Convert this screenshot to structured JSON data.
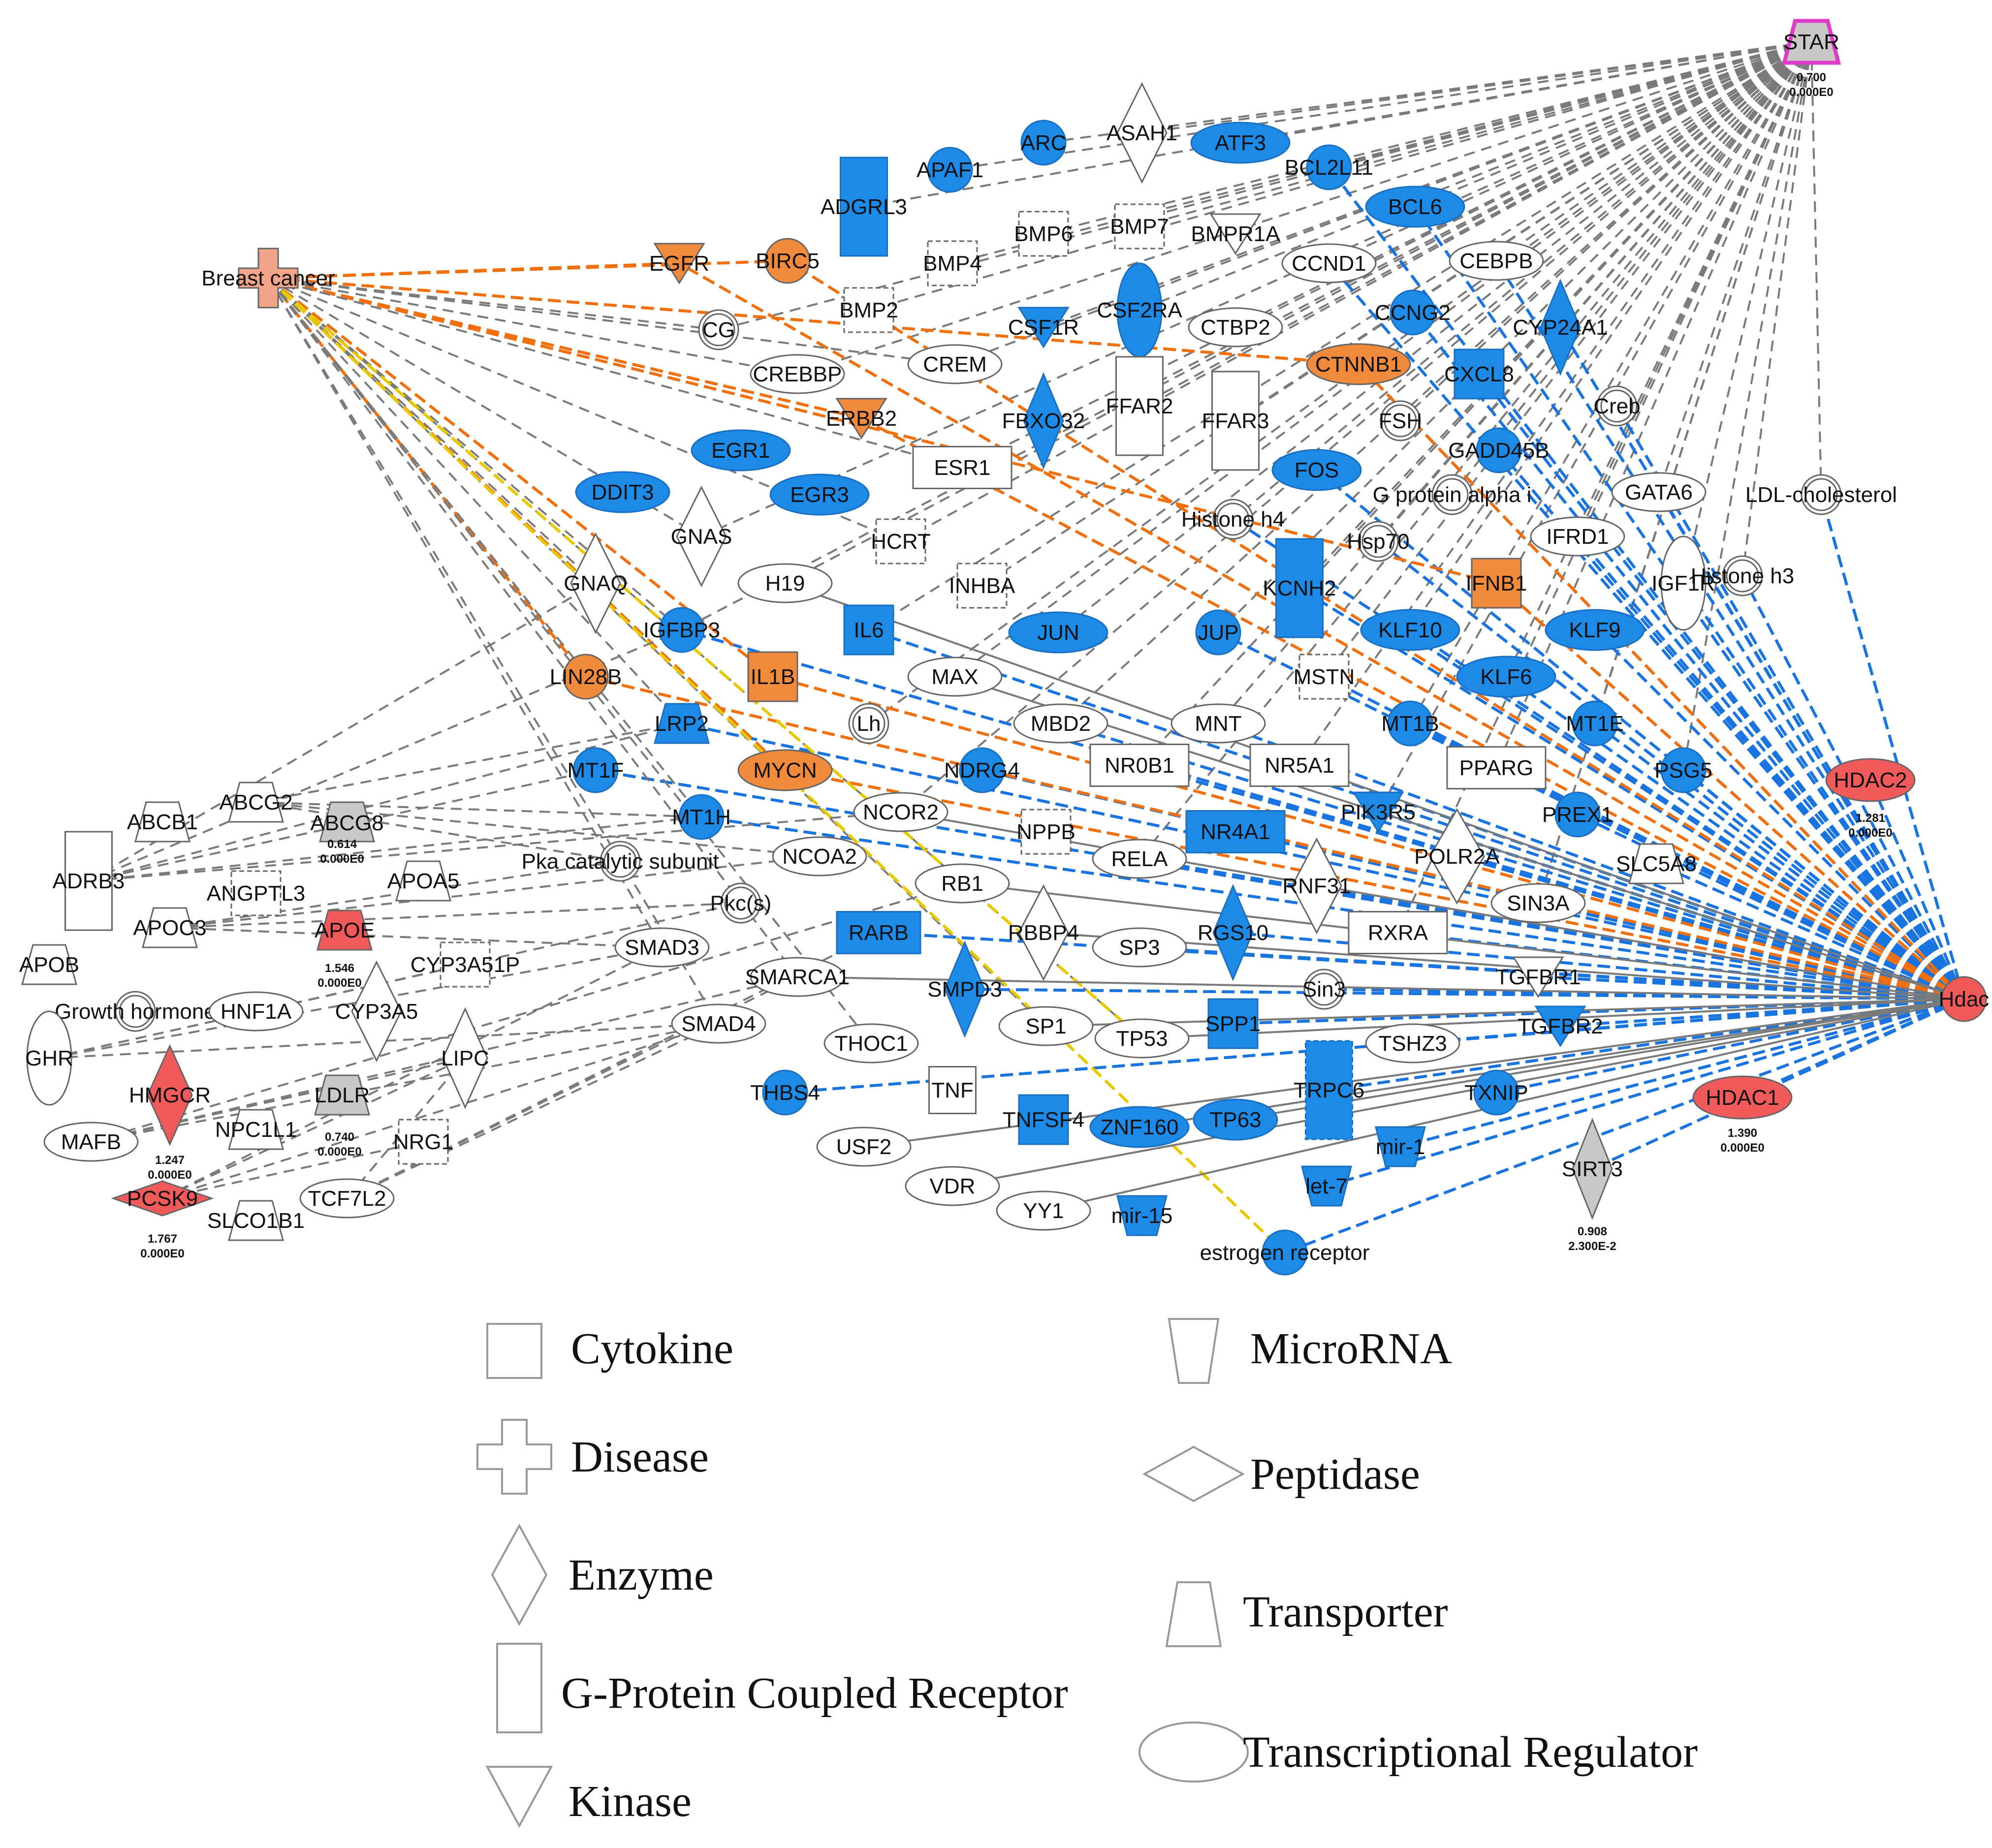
{
  "colors": {
    "blue": "#1e8ae8",
    "orange": "#f08a3c",
    "red": "#f15a5a",
    "salmon": "#f3a58a",
    "gray": "#c8c8c8",
    "white": "#ffffff",
    "magenta": "#e03ac8",
    "edge_gray": "#7a7a7a",
    "edge_blue": "#1a74e0",
    "edge_orange": "#f07010",
    "edge_yellow": "#e8c800"
  },
  "nodes": [
    {
      "id": "STAR",
      "label": "STAR",
      "shape": "trapezoid",
      "fill": "gray",
      "stroke": "magenta",
      "vals": [
        "0.700",
        "0.000E0"
      ]
    },
    {
      "id": "HDAC2",
      "label": "HDAC2",
      "shape": "ellipse",
      "fill": "red",
      "vals": [
        "1.281",
        "0.000E0"
      ]
    },
    {
      "id": "HDAC1",
      "label": "HDAC1",
      "shape": "ellipse",
      "fill": "red",
      "vals": [
        "1.390",
        "0.000E0"
      ]
    },
    {
      "id": "Hdac",
      "label": "Hdac",
      "shape": "circle",
      "fill": "red"
    },
    {
      "id": "Breast cancer",
      "label": "Breast cancer",
      "shape": "cross",
      "fill": "salmon"
    },
    {
      "id": "ASAH1",
      "label": "ASAH1",
      "shape": "diamond",
      "fill": "white"
    },
    {
      "id": "ATF3",
      "label": "ATF3",
      "shape": "ellipse",
      "fill": "blue"
    },
    {
      "id": "APAF1",
      "label": "APAF1",
      "shape": "circle",
      "fill": "blue"
    },
    {
      "id": "ARC",
      "label": "ARC",
      "shape": "circle",
      "fill": "blue"
    },
    {
      "id": "BCL2L11",
      "label": "BCL2L11",
      "shape": "circle",
      "fill": "blue"
    },
    {
      "id": "ADGRL3",
      "label": "ADGRL3",
      "shape": "rect",
      "fill": "blue"
    },
    {
      "id": "BCL6",
      "label": "BCL6",
      "shape": "ellipse",
      "fill": "blue"
    },
    {
      "id": "BMP6",
      "label": "BMP6",
      "shape": "drect",
      "fill": "white"
    },
    {
      "id": "BMP7",
      "label": "BMP7",
      "shape": "drect",
      "fill": "white"
    },
    {
      "id": "BMPR1A",
      "label": "BMPR1A",
      "shape": "vtri",
      "fill": "white"
    },
    {
      "id": "EGFR",
      "label": "EGFR",
      "shape": "vtri",
      "fill": "orange"
    },
    {
      "id": "BIRC5",
      "label": "BIRC5",
      "shape": "circle",
      "fill": "orange"
    },
    {
      "id": "BMP4",
      "label": "BMP4",
      "shape": "drect",
      "fill": "white"
    },
    {
      "id": "CCND1",
      "label": "CCND1",
      "shape": "ellipse",
      "fill": "white"
    },
    {
      "id": "CEBPB",
      "label": "CEBPB",
      "shape": "ellipse",
      "fill": "white"
    },
    {
      "id": "CSF2RA",
      "label": "CSF2RA",
      "shape": "ellipse",
      "fill": "blue"
    },
    {
      "id": "BMP2",
      "label": "BMP2",
      "shape": "drect",
      "fill": "white"
    },
    {
      "id": "CCNG2",
      "label": "CCNG2",
      "shape": "circle",
      "fill": "blue"
    },
    {
      "id": "CYP24A1",
      "label": "CYP24A1",
      "shape": "diamond",
      "fill": "blue"
    },
    {
      "id": "CG",
      "label": "CG",
      "shape": "dcircle",
      "fill": "white"
    },
    {
      "id": "CSF1R",
      "label": "CSF1R",
      "shape": "vtri",
      "fill": "blue"
    },
    {
      "id": "CTBP2",
      "label": "CTBP2",
      "shape": "ellipse",
      "fill": "white"
    },
    {
      "id": "CREM",
      "label": "CREM",
      "shape": "ellipse",
      "fill": "white"
    },
    {
      "id": "CTNNB1",
      "label": "CTNNB1",
      "shape": "ellipse",
      "fill": "orange"
    },
    {
      "id": "CREBBP",
      "label": "CREBBP",
      "shape": "ellipse",
      "fill": "white"
    },
    {
      "id": "CXCL8",
      "label": "CXCL8",
      "shape": "square",
      "fill": "blue"
    },
    {
      "id": "FFAR2",
      "label": "FFAR2",
      "shape": "rect",
      "fill": "white"
    },
    {
      "id": "FFAR3",
      "label": "FFAR3",
      "shape": "rect",
      "fill": "white"
    },
    {
      "id": "Creb",
      "label": "Creb",
      "shape": "dcircle",
      "fill": "white"
    },
    {
      "id": "ERBB2",
      "label": "ERBB2",
      "shape": "vtri",
      "fill": "orange"
    },
    {
      "id": "FBXO32",
      "label": "FBXO32",
      "shape": "diamond",
      "fill": "blue"
    },
    {
      "id": "FSH",
      "label": "FSH",
      "shape": "dcircle",
      "fill": "white"
    },
    {
      "id": "EGR1",
      "label": "EGR1",
      "shape": "ellipse",
      "fill": "blue"
    },
    {
      "id": "GADD45B",
      "label": "GADD45B",
      "shape": "circle",
      "fill": "blue"
    },
    {
      "id": "ESR1",
      "label": "ESR1",
      "shape": "rect",
      "fill": "white"
    },
    {
      "id": "FOS",
      "label": "FOS",
      "shape": "ellipse",
      "fill": "blue"
    },
    {
      "id": "DDIT3",
      "label": "DDIT3",
      "shape": "ellipse",
      "fill": "blue"
    },
    {
      "id": "EGR3",
      "label": "EGR3",
      "shape": "ellipse",
      "fill": "blue"
    },
    {
      "id": "G protein alpha i",
      "label": "G protein alpha i",
      "shape": "dcircle",
      "fill": "white"
    },
    {
      "id": "GATA6",
      "label": "GATA6",
      "shape": "ellipse",
      "fill": "white"
    },
    {
      "id": "LDL-cholesterol",
      "label": "LDL-cholesterol",
      "shape": "dcircle",
      "fill": "white"
    },
    {
      "id": "GNAS",
      "label": "GNAS",
      "shape": "diamond",
      "fill": "white"
    },
    {
      "id": "Histone h4",
      "label": "Histone h4",
      "shape": "dcircle",
      "fill": "white"
    },
    {
      "id": "IFRD1",
      "label": "IFRD1",
      "shape": "ellipse",
      "fill": "white"
    },
    {
      "id": "HCRT",
      "label": "HCRT",
      "shape": "drect",
      "fill": "white"
    },
    {
      "id": "Hsp70",
      "label": "Hsp70",
      "shape": "dcircle",
      "fill": "white"
    },
    {
      "id": "GNAQ",
      "label": "GNAQ",
      "shape": "diamond",
      "fill": "white"
    },
    {
      "id": "H19",
      "label": "H19",
      "shape": "ellipse",
      "fill": "white"
    },
    {
      "id": "INHBA",
      "label": "INHBA",
      "shape": "drect",
      "fill": "white"
    },
    {
      "id": "KCNH2",
      "label": "KCNH2",
      "shape": "rect",
      "fill": "blue"
    },
    {
      "id": "IFNB1",
      "label": "IFNB1",
      "shape": "square",
      "fill": "orange"
    },
    {
      "id": "IGF1R",
      "label": "IGF1R",
      "shape": "ellipse",
      "fill": "white"
    },
    {
      "id": "Histone h3",
      "label": "Histone h3",
      "shape": "dcircle",
      "fill": "white"
    },
    {
      "id": "IL6",
      "label": "IL6",
      "shape": "square",
      "fill": "blue"
    },
    {
      "id": "IGFBP3",
      "label": "IGFBP3",
      "shape": "circle",
      "fill": "blue"
    },
    {
      "id": "JUN",
      "label": "JUN",
      "shape": "ellipse",
      "fill": "blue"
    },
    {
      "id": "JUP",
      "label": "JUP",
      "shape": "circle",
      "fill": "blue"
    },
    {
      "id": "KLF10",
      "label": "KLF10",
      "shape": "ellipse",
      "fill": "blue"
    },
    {
      "id": "KLF9",
      "label": "KLF9",
      "shape": "ellipse",
      "fill": "blue"
    },
    {
      "id": "LIN28B",
      "label": "LIN28B",
      "shape": "circle",
      "fill": "orange"
    },
    {
      "id": "IL1B",
      "label": "IL1B",
      "shape": "square",
      "fill": "orange"
    },
    {
      "id": "MAX",
      "label": "MAX",
      "shape": "ellipse",
      "fill": "white"
    },
    {
      "id": "MSTN",
      "label": "MSTN",
      "shape": "drect",
      "fill": "white"
    },
    {
      "id": "KLF6",
      "label": "KLF6",
      "shape": "ellipse",
      "fill": "blue"
    },
    {
      "id": "LRP2",
      "label": "LRP2",
      "shape": "trapezoid",
      "fill": "blue"
    },
    {
      "id": "Lh",
      "label": "Lh",
      "shape": "dcircle",
      "fill": "white"
    },
    {
      "id": "MBD2",
      "label": "MBD2",
      "shape": "ellipse",
      "fill": "white"
    },
    {
      "id": "MNT",
      "label": "MNT",
      "shape": "ellipse",
      "fill": "white"
    },
    {
      "id": "MT1B",
      "label": "MT1B",
      "shape": "circle",
      "fill": "blue"
    },
    {
      "id": "MT1E",
      "label": "MT1E",
      "shape": "circle",
      "fill": "blue"
    },
    {
      "id": "MT1F",
      "label": "MT1F",
      "shape": "circle",
      "fill": "blue"
    },
    {
      "id": "MYCN",
      "label": "MYCN",
      "shape": "ellipse",
      "fill": "orange"
    },
    {
      "id": "NDRG4",
      "label": "NDRG4",
      "shape": "circle",
      "fill": "blue"
    },
    {
      "id": "NR0B1",
      "label": "NR0B1",
      "shape": "rect",
      "fill": "white"
    },
    {
      "id": "NR5A1",
      "label": "NR5A1",
      "shape": "rect",
      "fill": "white"
    },
    {
      "id": "PPARG",
      "label": "PPARG",
      "shape": "rect",
      "fill": "white"
    },
    {
      "id": "PSG5",
      "label": "PSG5",
      "shape": "circle",
      "fill": "blue"
    },
    {
      "id": "ABCG2",
      "label": "ABCG2",
      "shape": "trapezoid",
      "fill": "white"
    },
    {
      "id": "ABCB1",
      "label": "ABCB1",
      "shape": "trapezoid",
      "fill": "white"
    },
    {
      "id": "ABCG8",
      "label": "ABCG8",
      "shape": "trapezoid",
      "fill": "gray",
      "vals": [
        "0.614",
        "0.000E0"
      ]
    },
    {
      "id": "MT1H",
      "label": "MT1H",
      "shape": "circle",
      "fill": "blue"
    },
    {
      "id": "NCOR2",
      "label": "NCOR2",
      "shape": "ellipse",
      "fill": "white"
    },
    {
      "id": "PIK3R5",
      "label": "PIK3R5",
      "shape": "vtri",
      "fill": "blue"
    },
    {
      "id": "PREX1",
      "label": "PREX1",
      "shape": "circle",
      "fill": "blue"
    },
    {
      "id": "ADRB3",
      "label": "ADRB3",
      "shape": "rect",
      "fill": "white"
    },
    {
      "id": "ANGPTL3",
      "label": "ANGPTL3",
      "shape": "drect",
      "fill": "white"
    },
    {
      "id": "APOA5",
      "label": "APOA5",
      "shape": "trapezoid",
      "fill": "white"
    },
    {
      "id": "Pka catalytic subunit",
      "label": "Pka catalytic subunit",
      "shape": "dcircle",
      "fill": "white"
    },
    {
      "id": "NCOA2",
      "label": "NCOA2",
      "shape": "ellipse",
      "fill": "white"
    },
    {
      "id": "NPPB",
      "label": "NPPB",
      "shape": "drect",
      "fill": "white"
    },
    {
      "id": "NR4A1",
      "label": "NR4A1",
      "shape": "rect",
      "fill": "blue"
    },
    {
      "id": "RELA",
      "label": "RELA",
      "shape": "ellipse",
      "fill": "white"
    },
    {
      "id": "POLR2A",
      "label": "POLR2A",
      "shape": "diamond",
      "fill": "white"
    },
    {
      "id": "SLC5A8",
      "label": "SLC5A8",
      "shape": "trapezoid",
      "fill": "white"
    },
    {
      "id": "APOC3",
      "label": "APOC3",
      "shape": "trapezoid",
      "fill": "white"
    },
    {
      "id": "APOE",
      "label": "APOE",
      "shape": "trapezoid",
      "fill": "red",
      "vals": [
        "1.546",
        "0.000E0"
      ]
    },
    {
      "id": "APOB",
      "label": "APOB",
      "shape": "trapezoid",
      "fill": "white"
    },
    {
      "id": "RB1",
      "label": "RB1",
      "shape": "ellipse",
      "fill": "white"
    },
    {
      "id": "Pkc(s)",
      "label": "Pkc(s)",
      "shape": "dcircle",
      "fill": "white"
    },
    {
      "id": "RNF31",
      "label": "RNF31",
      "shape": "diamond",
      "fill": "white"
    },
    {
      "id": "SIN3A",
      "label": "SIN3A",
      "shape": "ellipse",
      "fill": "white"
    },
    {
      "id": "RBBP4",
      "label": "RBBP4",
      "shape": "diamond",
      "fill": "white"
    },
    {
      "id": "RARB",
      "label": "RARB",
      "shape": "rect",
      "fill": "blue"
    },
    {
      "id": "SMAD3",
      "label": "SMAD3",
      "shape": "ellipse",
      "fill": "white"
    },
    {
      "id": "CYP3A51P",
      "label": "CYP3A51P",
      "shape": "drect",
      "fill": "white"
    },
    {
      "id": "SP3",
      "label": "SP3",
      "shape": "ellipse",
      "fill": "white"
    },
    {
      "id": "RGS10",
      "label": "RGS10",
      "shape": "diamond",
      "fill": "blue"
    },
    {
      "id": "RXRA",
      "label": "RXRA",
      "shape": "rect",
      "fill": "white"
    },
    {
      "id": "Growth hormone",
      "label": "Growth hormone",
      "shape": "dcircle",
      "fill": "white"
    },
    {
      "id": "HNF1A",
      "label": "HNF1A",
      "shape": "ellipse",
      "fill": "white"
    },
    {
      "id": "CYP3A5",
      "label": "CYP3A5",
      "shape": "diamond",
      "fill": "white"
    },
    {
      "id": "SMARCA1",
      "label": "SMARCA1",
      "shape": "ellipse",
      "fill": "white"
    },
    {
      "id": "SMPD3",
      "label": "SMPD3",
      "shape": "diamond",
      "fill": "blue"
    },
    {
      "id": "Sin3",
      "label": "Sin3",
      "shape": "dcircle",
      "fill": "white"
    },
    {
      "id": "TGFBR1",
      "label": "TGFBR1",
      "shape": "vtri",
      "fill": "white"
    },
    {
      "id": "GHR",
      "label": "GHR",
      "shape": "ellipse",
      "fill": "white"
    },
    {
      "id": "LIPC",
      "label": "LIPC",
      "shape": "diamond",
      "fill": "white"
    },
    {
      "id": "SMAD4",
      "label": "SMAD4",
      "shape": "ellipse",
      "fill": "white"
    },
    {
      "id": "SP1",
      "label": "SP1",
      "shape": "ellipse",
      "fill": "white"
    },
    {
      "id": "TP53",
      "label": "TP53",
      "shape": "ellipse",
      "fill": "white"
    },
    {
      "id": "SPP1",
      "label": "SPP1",
      "shape": "square",
      "fill": "blue"
    },
    {
      "id": "TGFBR2",
      "label": "TGFBR2",
      "shape": "vtri",
      "fill": "blue"
    },
    {
      "id": "THOC1",
      "label": "THOC1",
      "shape": "ellipse",
      "fill": "white"
    },
    {
      "id": "TSHZ3",
      "label": "TSHZ3",
      "shape": "ellipse",
      "fill": "white"
    },
    {
      "id": "HMGCR",
      "label": "HMGCR",
      "shape": "diamond",
      "fill": "red",
      "vals": [
        "1.247",
        "0.000E0"
      ]
    },
    {
      "id": "THBS4",
      "label": "THBS4",
      "shape": "circle",
      "fill": "blue"
    },
    {
      "id": "TNF",
      "label": "TNF",
      "shape": "rect",
      "fill": "white"
    },
    {
      "id": "TRPC6",
      "label": "TRPC6",
      "shape": "drect",
      "fill": "blue"
    },
    {
      "id": "TXNIP",
      "label": "TXNIP",
      "shape": "circle",
      "fill": "blue"
    },
    {
      "id": "LDLR",
      "label": "LDLR",
      "shape": "trapezoid",
      "fill": "gray",
      "vals": [
        "0.740",
        "0.000E0"
      ]
    },
    {
      "id": "NPC1L1",
      "label": "NPC1L1",
      "shape": "trapezoid",
      "fill": "white"
    },
    {
      "id": "TNFSF4",
      "label": "TNFSF4",
      "shape": "square",
      "fill": "blue"
    },
    {
      "id": "ZNF160",
      "label": "ZNF160",
      "shape": "ellipse",
      "fill": "blue"
    },
    {
      "id": "TP63",
      "label": "TP63",
      "shape": "ellipse",
      "fill": "blue"
    },
    {
      "id": "MAFB",
      "label": "MAFB",
      "shape": "ellipse",
      "fill": "white"
    },
    {
      "id": "NRG1",
      "label": "NRG1",
      "shape": "drect",
      "fill": "white"
    },
    {
      "id": "USF2",
      "label": "USF2",
      "shape": "ellipse",
      "fill": "white"
    },
    {
      "id": "mir-1",
      "label": "mir-1",
      "shape": "trapezoid-inv",
      "fill": "blue"
    },
    {
      "id": "SIRT3",
      "label": "SIRT3",
      "shape": "diamond",
      "fill": "gray",
      "vals": [
        "0.908",
        "2.300E-2"
      ]
    },
    {
      "id": "PCSK9",
      "label": "PCSK9",
      "shape": "diamond",
      "fill": "red",
      "vals": [
        "1.767",
        "0.000E0"
      ]
    },
    {
      "id": "SLCO1B1",
      "label": "SLCO1B1",
      "shape": "trapezoid",
      "fill": "white"
    },
    {
      "id": "TCF7L2",
      "label": "TCF7L2",
      "shape": "ellipse",
      "fill": "white"
    },
    {
      "id": "let-7",
      "label": "let-7",
      "shape": "trapezoid-inv",
      "fill": "blue"
    },
    {
      "id": "VDR",
      "label": "VDR",
      "shape": "ellipse",
      "fill": "white"
    },
    {
      "id": "YY1",
      "label": "YY1",
      "shape": "ellipse",
      "fill": "white"
    },
    {
      "id": "mir-15",
      "label": "mir-15",
      "shape": "trapezoid-inv",
      "fill": "blue"
    },
    {
      "id": "estrogen receptor",
      "label": "estrogen receptor",
      "shape": "circle",
      "fill": "blue"
    }
  ],
  "legend": [
    {
      "label": "Cytokine",
      "shape": "square"
    },
    {
      "label": "Disease",
      "shape": "cross"
    },
    {
      "label": "Enzyme",
      "shape": "diamond"
    },
    {
      "label": "G-Protein Coupled Receptor",
      "shape": "rect"
    },
    {
      "label": "Kinase",
      "shape": "vtri"
    },
    {
      "label": "MicroRNA",
      "shape": "trapezoid-inv"
    },
    {
      "label": "Peptidase",
      "shape": "hdiamond"
    },
    {
      "label": "Transporter",
      "shape": "trapezoid"
    },
    {
      "label": "Transcriptional Regulator",
      "shape": "ellipse"
    }
  ]
}
